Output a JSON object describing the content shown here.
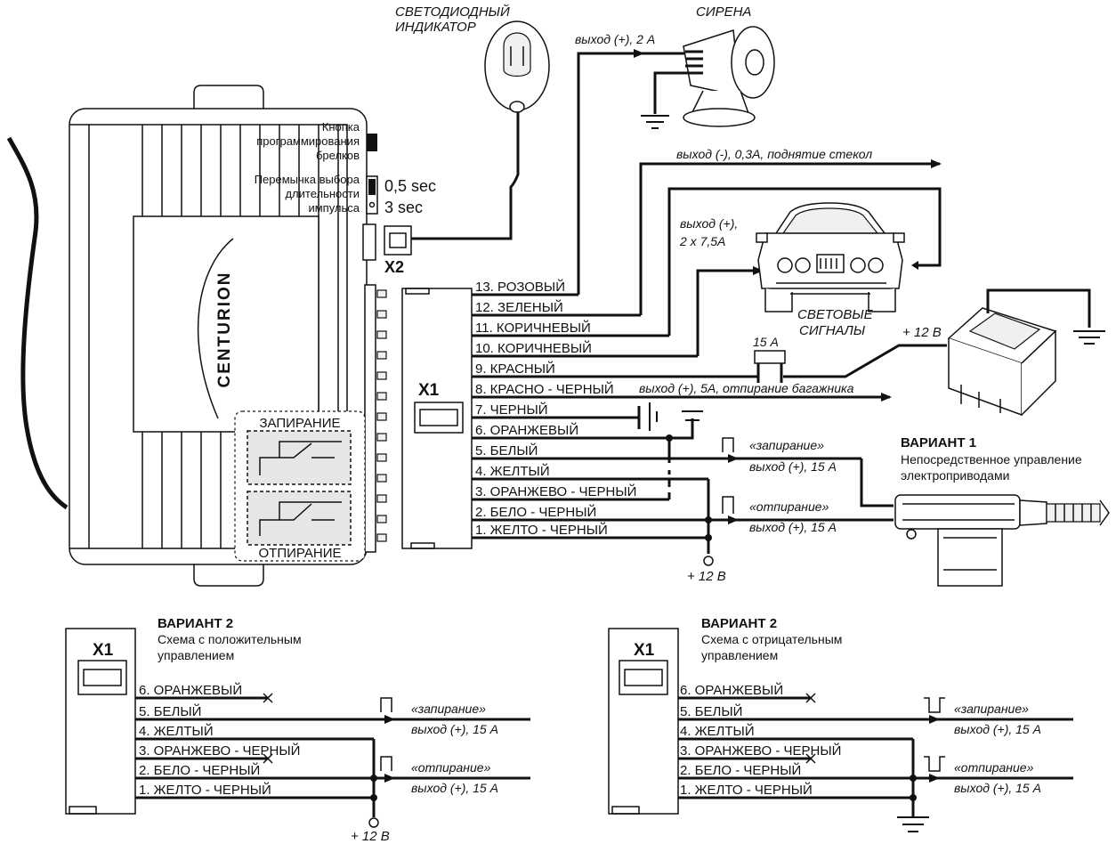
{
  "brand": "CENTURION",
  "top_labels": {
    "led_line1": "СВЕТОДИОДНЫЙ",
    "led_line2": "ИНДИКАТОР",
    "siren": "СИРЕНА",
    "siren_out": "выход (+), 2 А",
    "window_out": "выход (-), 0,3А, поднятие стекол",
    "lights_out_line1": "выход (+),",
    "lights_out_line2": "2 x 7,5А",
    "lights_line1": "СВЕТОВЫЕ",
    "lights_line2": "СИГНАЛЫ",
    "battery_plus": "+ 12 В",
    "fuse": "15 А",
    "trunk_out": "выход (+), 5А, отпирание багажника"
  },
  "unit_labels": {
    "prog_button_line1": "Кнопка",
    "prog_button_line2": "программирования",
    "prog_button_line3": "брелков",
    "jumper_line1": "Перемычка выбора",
    "jumper_line2": "длительности",
    "jumper_line3": "импульса",
    "pulse_short": "0,5 sec",
    "pulse_long": "3 sec",
    "x2": "X2",
    "x1": "X1",
    "lock": "ЗАПИРАНИЕ",
    "unlock": "ОТПИРАНИЕ"
  },
  "wires_main": [
    "13. РОЗОВЫЙ",
    "12. ЗЕЛЕНЫЙ",
    "11. КОРИЧНЕВЫЙ",
    "10. КОРИЧНЕВЫЙ",
    "9. КРАСНЫЙ",
    "8. КРАСНО - ЧЕРНЫЙ",
    "7. ЧЕРНЫЙ",
    "6. ОРАНЖЕВЫЙ",
    "5. БЕЛЫЙ",
    "4. ЖЕЛТЫЙ",
    "3. ОРАНЖЕВО - ЧЕРНЫЙ",
    "2. БЕЛО - ЧЕРНЫЙ",
    "1. ЖЕЛТО - ЧЕРНЫЙ"
  ],
  "variant1": {
    "title": "ВАРИАНТ 1",
    "desc_line1": "Непосредственное управление",
    "desc_line2": "электроприводами",
    "lock_label": "«запирание»",
    "lock_out": "выход (+), 15 А",
    "unlock_label": "«отпирание»",
    "unlock_out": "выход (+), 15 А",
    "plus12": "+ 12 В"
  },
  "variant2_pos": {
    "title": "ВАРИАНТ 2",
    "desc_line1": "Схема с положительным",
    "desc_line2": "управлением",
    "x1": "X1",
    "wires": [
      "6. ОРАНЖЕВЫЙ",
      "5. БЕЛЫЙ",
      "4. ЖЕЛТЫЙ",
      "3. ОРАНЖЕВО - ЧЕРНЫЙ",
      "2. БЕЛО - ЧЕРНЫЙ",
      "1. ЖЕЛТО - ЧЕРНЫЙ"
    ],
    "lock_label": "«запирание»",
    "lock_out": "выход (+), 15 А",
    "unlock_label": "«отпирание»",
    "unlock_out": "выход (+), 15 А",
    "plus12": "+ 12 В"
  },
  "variant2_neg": {
    "title": "ВАРИАНТ 2",
    "desc_line1": "Схема с отрицательным",
    "desc_line2": "управлением",
    "x1": "X1",
    "wires": [
      "6. ОРАНЖЕВЫЙ",
      "5. БЕЛЫЙ",
      "4. ЖЕЛТЫЙ",
      "3. ОРАНЖЕВО - ЧЕРНЫЙ",
      "2. БЕЛО - ЧЕРНЫЙ",
      "1. ЖЕЛТО - ЧЕРНЫЙ"
    ],
    "lock_label": "«запирание»",
    "lock_out": "выход (+), 15 А",
    "unlock_label": "«отпирание»",
    "unlock_out": "выход (+), 15 А"
  }
}
